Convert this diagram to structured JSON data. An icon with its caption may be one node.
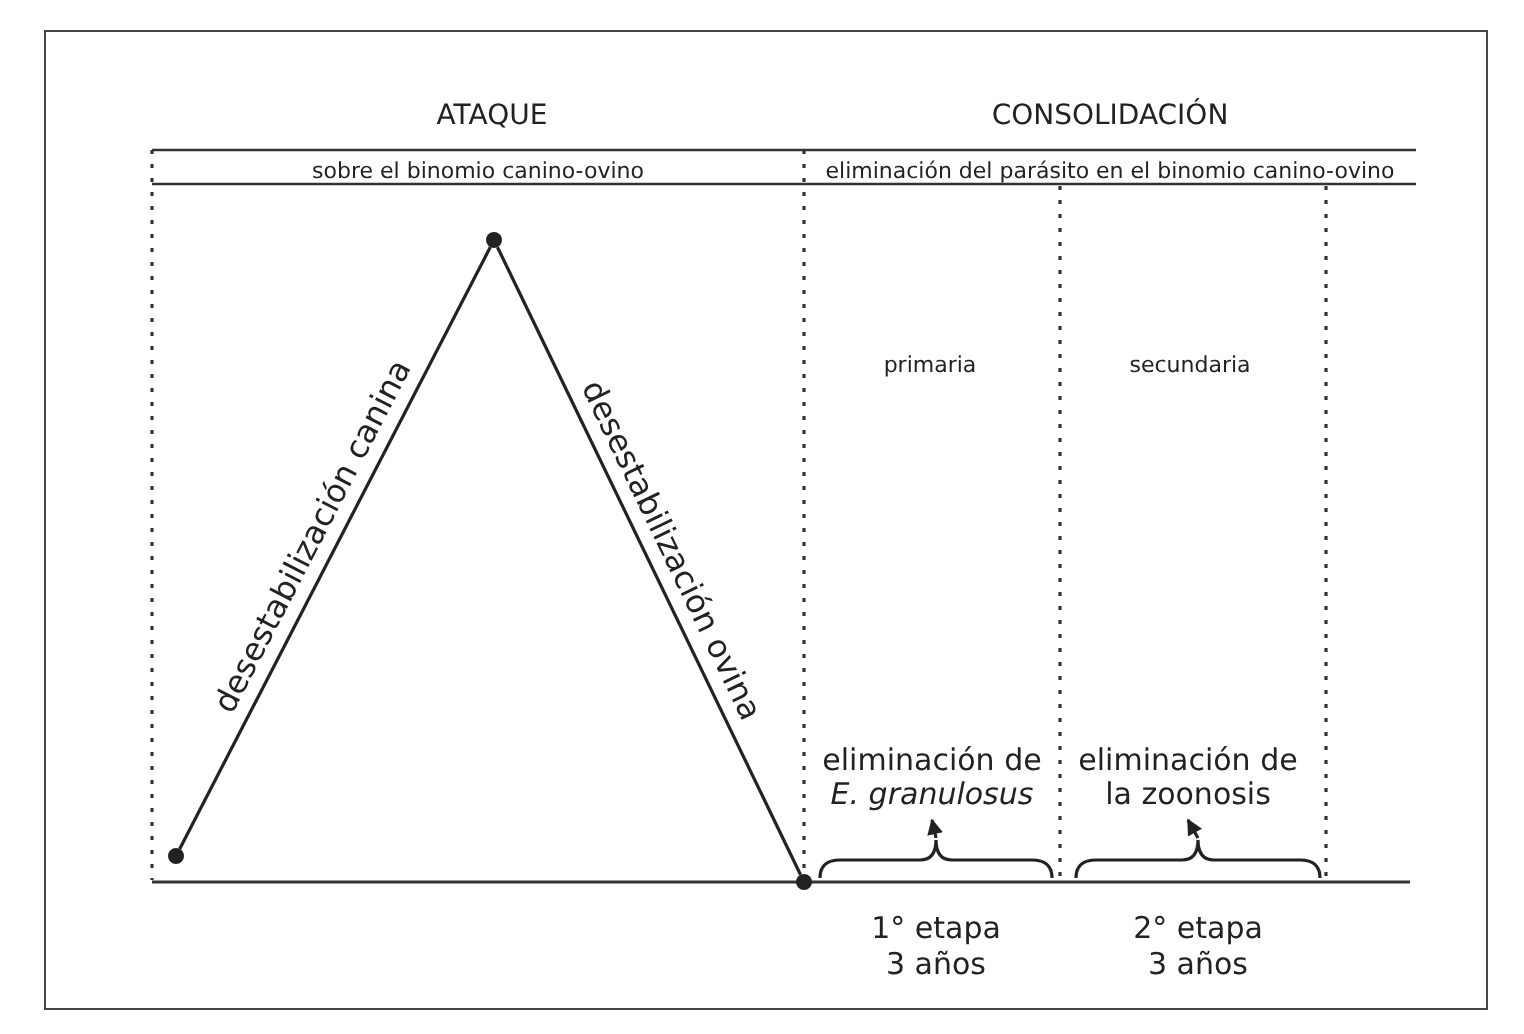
{
  "diagram": {
    "nodes": [
      {
        "text": [],
        "shape": "brace",
        "beside": [
          "1° etapa 3 años"
        ]
      },
      {
        "text": [
          "eliminación de *E. granulosus*"
        ]
      },
      {
        "text": [],
        "shape": "brace",
        "beside": [
          "2° etapa 3 años"
        ]
      },
      {
        "text": [
          "eliminación de la zoonosis"
        ]
      },
      {
        "text": [],
        "shape": "circle"
      },
      {
        "text": [],
        "shape": "circle"
      },
      {
        "text": [],
        "shape": "circle"
      }
    ],
    "edges": [
      {
        "from": 0,
        "to": 1,
        "arrow": "to"
      },
      {
        "from": 2,
        "to": 3,
        "arrow": "to"
      },
      {
        "from": 4,
        "to": 5,
        "arrow": "none",
        "label": "desestabilización canina"
      },
      {
        "from": 5,
        "to": 6,
        "arrow": "none",
        "label": "desestabilización ovina"
      }
    ],
    "labels": [
      "ATAQUE",
      "CONSOLIDACIÓN",
      "sobre el binomio canino-ovino",
      "eliminación del parásito en el binomio canino-ovino",
      "primaria",
      "secundaria"
    ]
  }
}
